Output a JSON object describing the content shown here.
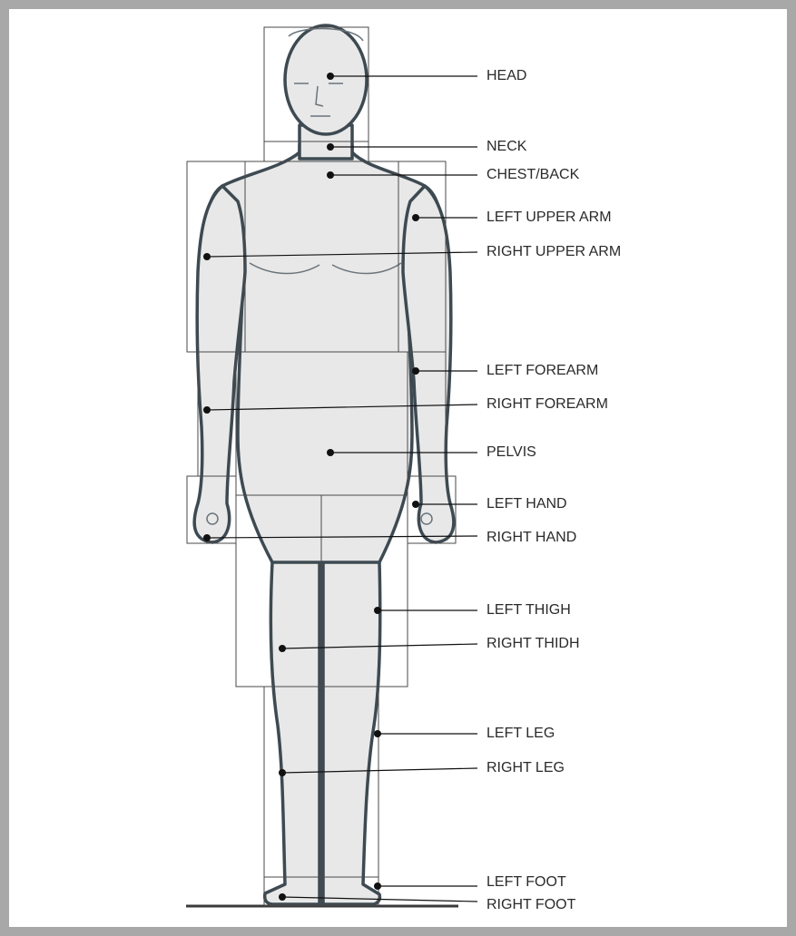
{
  "colors": {
    "frame": "#a8a8a8",
    "body_fill": "#e8e8e8",
    "body_outline": "#3e4a52",
    "grid": "#4a4a4a",
    "leader": "#111111",
    "text": "#2a2a2a"
  },
  "labels": [
    {
      "id": "head",
      "text": "HEAD"
    },
    {
      "id": "neck",
      "text": "NECK"
    },
    {
      "id": "chest-back",
      "text": "CHEST/BACK"
    },
    {
      "id": "left-upper-arm",
      "text": "LEFT UPPER ARM"
    },
    {
      "id": "right-upper-arm",
      "text": "RIGHT UPPER ARM"
    },
    {
      "id": "left-forearm",
      "text": "LEFT FOREARM"
    },
    {
      "id": "right-forearm",
      "text": "RIGHT FOREARM"
    },
    {
      "id": "pelvis",
      "text": "PELVIS"
    },
    {
      "id": "left-hand",
      "text": "LEFT HAND"
    },
    {
      "id": "right-hand",
      "text": "RIGHT HAND"
    },
    {
      "id": "left-thigh",
      "text": "LEFT THIGH"
    },
    {
      "id": "right-thigh",
      "text": "RIGHT THIDH"
    },
    {
      "id": "left-leg",
      "text": "LEFT LEG"
    },
    {
      "id": "right-leg",
      "text": "RIGHT LEG"
    },
    {
      "id": "left-foot",
      "text": "LEFT FOOT"
    },
    {
      "id": "right-foot",
      "text": "RIGHT FOOT"
    }
  ]
}
